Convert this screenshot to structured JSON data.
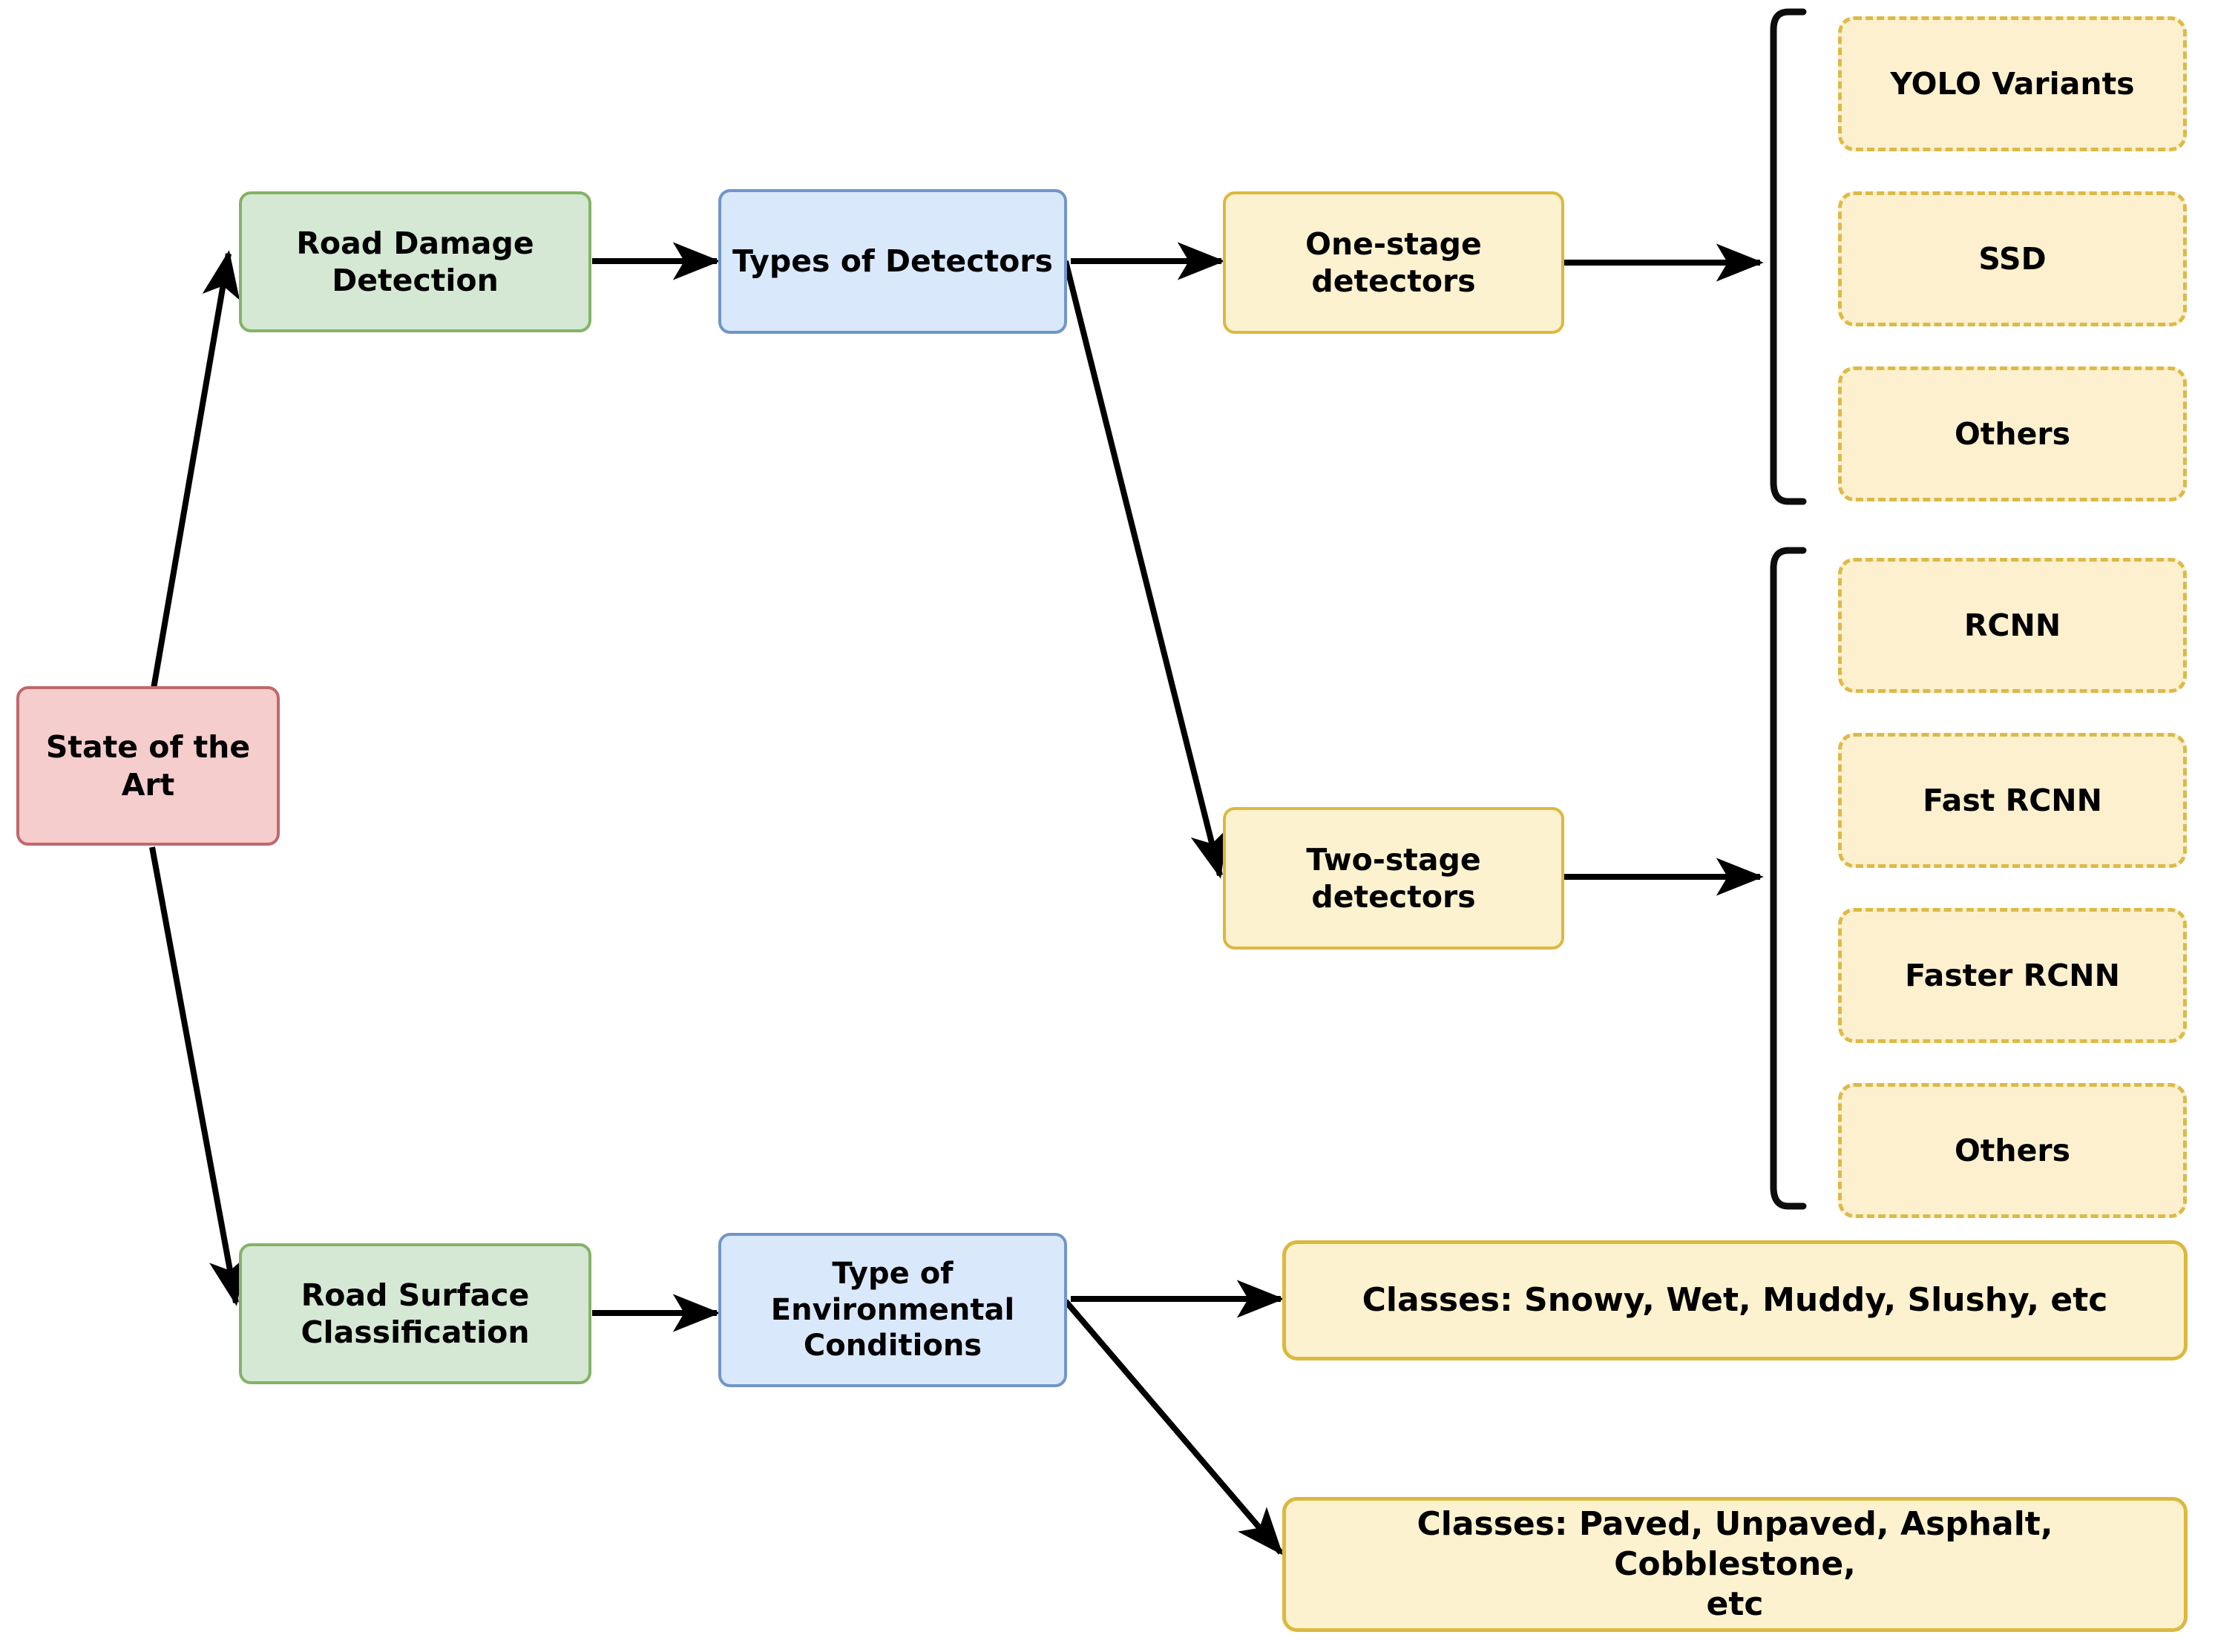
{
  "diagram": {
    "title": "State of the Art taxonomy",
    "colors": {
      "root_fill": "#f5cdcd",
      "root_border": "#c0686b",
      "green_fill": "#d5e8d4",
      "green_border": "#83b366",
      "blue_fill": "#dae8fc",
      "blue_border": "#7096c8",
      "yellow_fill": "#fdf2cf",
      "yellow_border": "#dbb93f",
      "dashed_border": "#dcba47",
      "edge": "#000000",
      "background": "#ffffff"
    },
    "nodes": {
      "root": "State of the\nArt",
      "road_damage_detection": "Road Damage\nDetection",
      "types_of_detectors": "Types of Detectors",
      "one_stage": "One-stage\ndetectors",
      "two_stage": "Two-stage\ndetectors",
      "road_surface_classification": "Road Surface\nClassification",
      "environmental_conditions": "Type of\nEnvironmental\nConditions"
    },
    "one_stage_items": [
      "YOLO Variants",
      "SSD",
      "Others"
    ],
    "two_stage_items": [
      "RCNN",
      "Fast RCNN",
      "Faster RCNN",
      "Others"
    ],
    "surface_classes": [
      "Classes: Snowy, Wet, Muddy, Slushy, etc",
      "Classes: Paved, Unpaved, Asphalt, Cobblestone,\netc"
    ]
  }
}
